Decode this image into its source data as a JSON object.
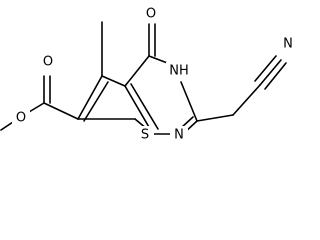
{
  "atoms": {
    "oxo_o": "O",
    "nh": "NH",
    "n_ring": "N",
    "s_ring": "S",
    "nitrile_n": "N",
    "ester_o_carbonyl": "O",
    "ester_o_single": "O"
  }
}
